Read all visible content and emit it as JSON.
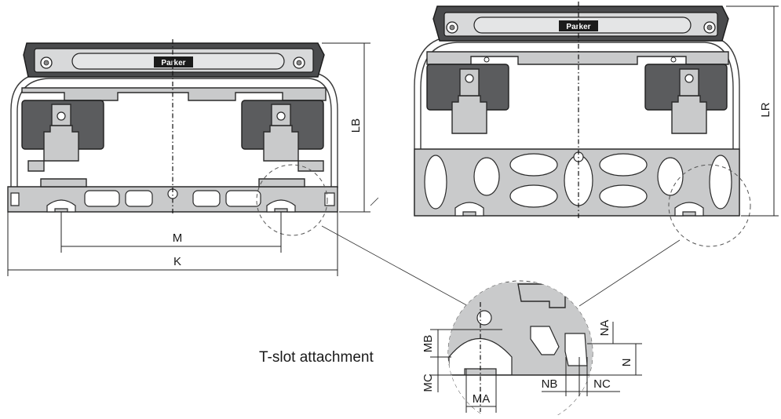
{
  "brand": "Parker",
  "labels": {
    "LB": "LB",
    "LR": "LR",
    "M": "M",
    "K": "K",
    "MA": "MA",
    "MB": "MB",
    "MC": "MC",
    "NA": "NA",
    "NB": "NB",
    "NC": "NC",
    "N": "N"
  },
  "caption": "T-slot attachment"
}
